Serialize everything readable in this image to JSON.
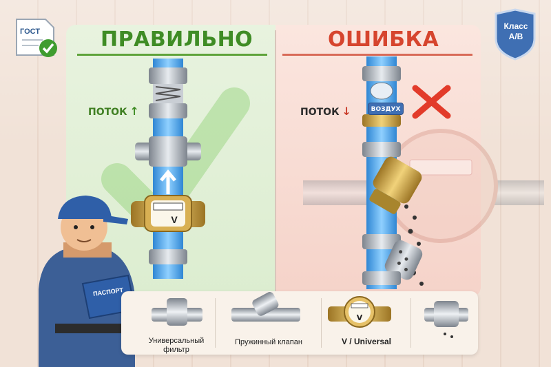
{
  "header": {
    "correct_title": "ПРАВИЛЬНО",
    "error_title": "ОШИБКА"
  },
  "badges": {
    "gost": "ГОСТ",
    "class_line1": "Класс",
    "class_line2": "A/B"
  },
  "left": {
    "flow_label": "ПОТОК",
    "flow_arrow": "🠕",
    "meter_mark": "V"
  },
  "right": {
    "flow_label": "ПОТОК",
    "flow_arrow": "🠗",
    "air_tag": "ВОЗДУХ"
  },
  "worker": {
    "book_label": "ПАСПОРТ"
  },
  "shelf": {
    "items": [
      {
        "label": "Универсальный фильтр",
        "icon": "tee-fitting-icon"
      },
      {
        "label": "Пружинный клапан",
        "icon": "y-strainer-icon"
      },
      {
        "label": "V / Universal",
        "icon": "water-meter-icon"
      },
      {
        "label": "",
        "icon": "check-valve-icon"
      }
    ]
  },
  "colors": {
    "correct": "#3f8c25",
    "error": "#d6452e",
    "water": "#4aa6ea",
    "brass": "#c9a23f",
    "steel": "#b8bec6"
  }
}
